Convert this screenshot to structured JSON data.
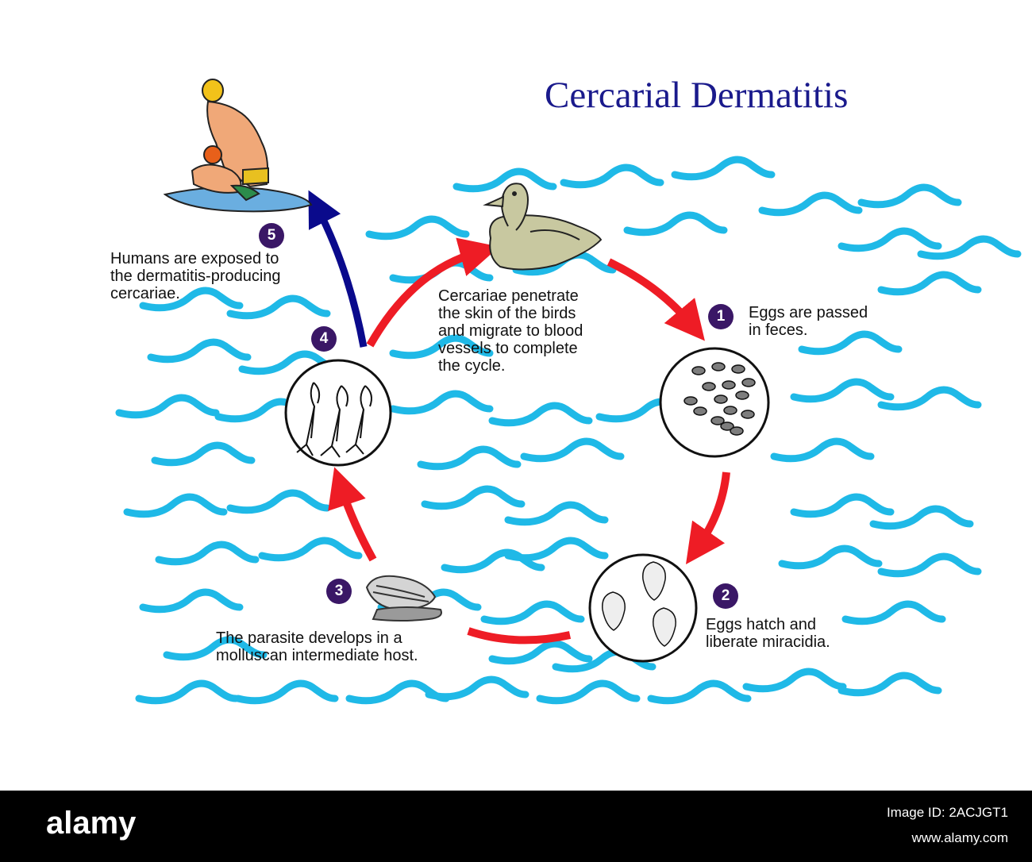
{
  "title": "Cercarial Dermatitis",
  "steps": [
    {
      "number": "1",
      "lines": [
        "Eggs are passed",
        "in feces."
      ]
    },
    {
      "number": "2",
      "lines": [
        "Eggs hatch and",
        "liberate miracidia."
      ]
    },
    {
      "number": "3",
      "lines": [
        "The parasite develops in a",
        "molluscan intermediate host."
      ]
    },
    {
      "number": "4",
      "lines": [
        "Cercariae penetrate",
        "the skin of the birds",
        "and migrate to blood",
        "vessels to complete",
        "the cycle."
      ]
    },
    {
      "number": "5",
      "lines": [
        "Humans are exposed to",
        "the dermatitis-producing",
        "cercariae."
      ]
    }
  ],
  "colors": {
    "title": "#1a1a8c",
    "cycle_arrow": "#ee1c25",
    "human_arrow": "#0a0a8c",
    "water": "#14b6e6",
    "badge": "#3a1766"
  },
  "footer": {
    "brand": "alamy",
    "image_id": "Image ID: 2ACJGT1",
    "site": "www.alamy.com"
  }
}
